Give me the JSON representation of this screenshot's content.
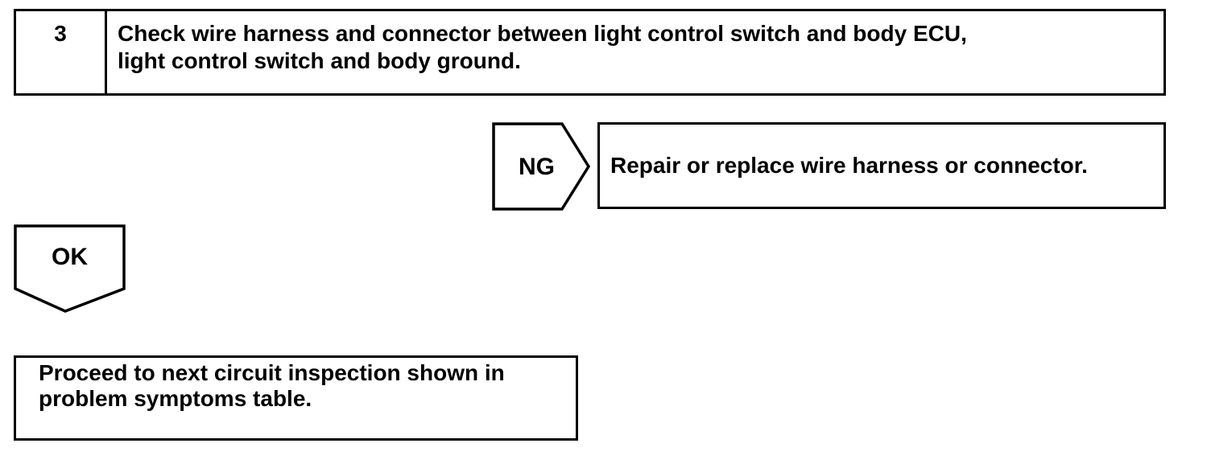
{
  "colors": {
    "background": "#ffffff",
    "line": "#000000",
    "text": "#000000"
  },
  "step": {
    "number": "3",
    "instruction_lines": [
      "Check wire harness and connector between light control switch and body ECU,",
      "light control switch and body ground."
    ]
  },
  "ng_branch": {
    "label": "NG",
    "action": "Repair or replace wire harness or connector."
  },
  "ok_branch": {
    "label": "OK",
    "action_lines": [
      "Proceed to next circuit inspection shown in",
      "problem symptoms table."
    ]
  }
}
